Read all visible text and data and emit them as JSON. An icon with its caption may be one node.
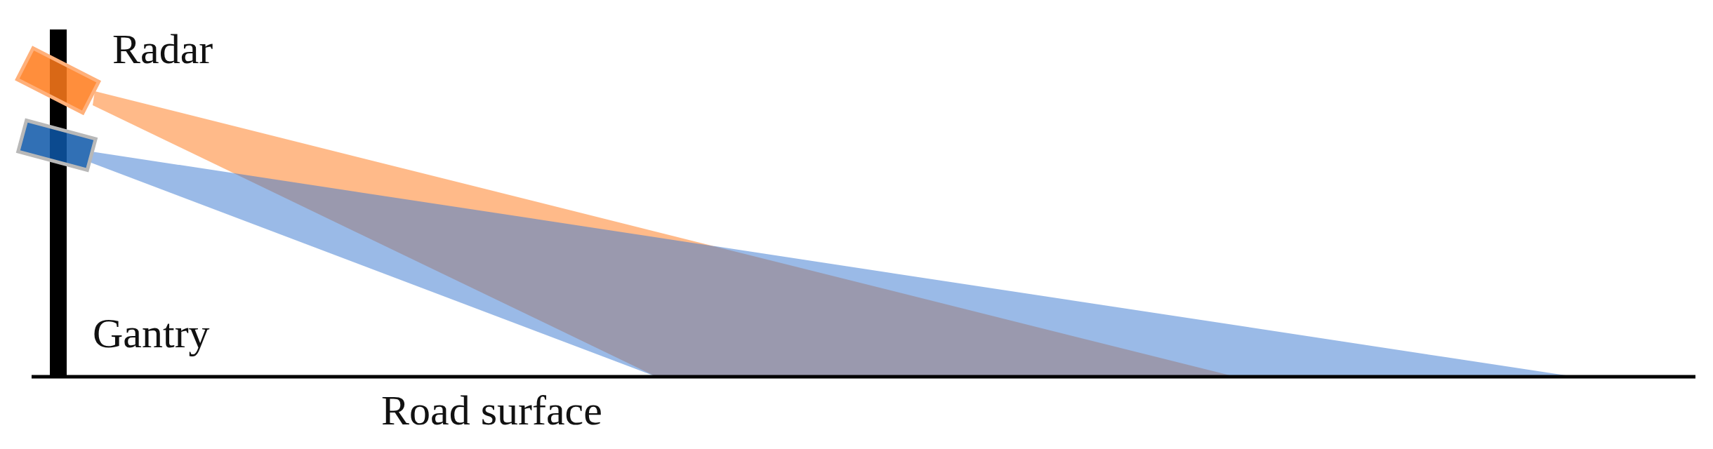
{
  "diagram": {
    "labels": [
      "Radar",
      "Gantry",
      "Road surface"
    ]
  }
}
